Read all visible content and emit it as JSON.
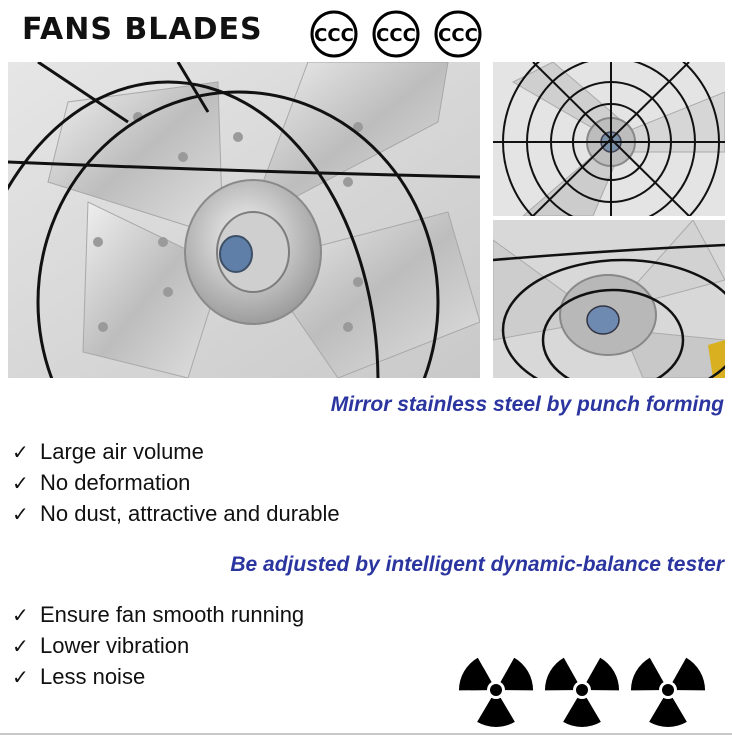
{
  "title": "FANS BLADES",
  "cert_marks": [
    "CCC",
    "CCC",
    "CCC"
  ],
  "caption_1": "Mirror stainless steel by punch forming",
  "caption_2": "Be adjusted by intelligent dynamic-balance tester",
  "check_glyph": "✓",
  "features_1": [
    "Large air volume",
    "No deformation",
    "No dust, attractive and durable"
  ],
  "features_2": [
    "Ensure fan smooth running",
    "Lower vibration",
    "Less noise"
  ],
  "icons": {
    "cert": "ccc-certification-icon",
    "hazard": "radiation-hazard-icon"
  },
  "colors": {
    "caption": "#2b35a0",
    "text": "#111111"
  }
}
